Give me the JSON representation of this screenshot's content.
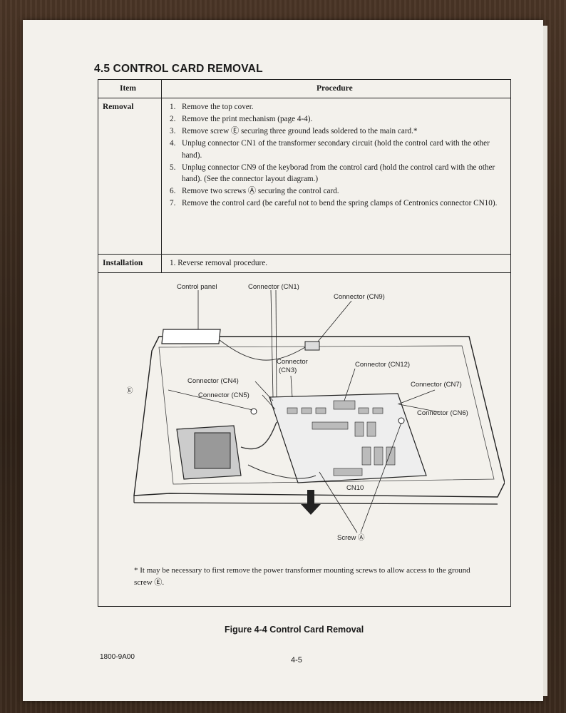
{
  "section_title": "4.5 CONTROL CARD REMOVAL",
  "table": {
    "header_item": "Item",
    "header_procedure": "Procedure",
    "removal_label": "Removal",
    "removal_steps": [
      {
        "num": "1.",
        "text": "Remove the top cover."
      },
      {
        "num": "2.",
        "text": "Remove the print mechanism (page 4-4)."
      },
      {
        "num": "3.",
        "text": "Remove screw Ⓔ securing three ground leads soldered to the main card.*"
      },
      {
        "num": "4.",
        "text": "Unplug connector CN1 of the transformer secondary circuit (hold the control card with the other hand)."
      },
      {
        "num": "5.",
        "text": "Unplug connector CN9 of the keyborad from the control card (hold the control card with the other hand). (See the connector layout diagram.)"
      },
      {
        "num": "6.",
        "text": "Remove two screws Ⓐ securing the control card."
      },
      {
        "num": "7.",
        "text": "Remove the control card (be careful not to bend the spring clamps of Centronics connector CN10)."
      }
    ],
    "installation_label": "Installation",
    "installation_step": "1. Reverse removal procedure."
  },
  "diagram_labels": {
    "control_panel": "Control panel",
    "cn1": "Connector (CN1)",
    "cn9": "Connector (CN9)",
    "cn3_line1": "Connector",
    "cn3_line2": "(CN3)",
    "cn12": "Connector (CN12)",
    "cn4": "Connector (CN4)",
    "cn7": "Connector (CN7)",
    "screw_e": "Screw Ⓔ",
    "cn5": "Connector (CN5)",
    "cn6": "Connector (CN6)",
    "cn10": "CN10",
    "screw_a": "Screw Ⓐ"
  },
  "footnote": "* It may be necessary to first remove the power transformer mounting screws to allow access to the ground screw Ⓔ.",
  "figure_caption": "Figure 4-4  Control Card Removal",
  "doc_number": "1800-9A00",
  "page_number": "4-5"
}
